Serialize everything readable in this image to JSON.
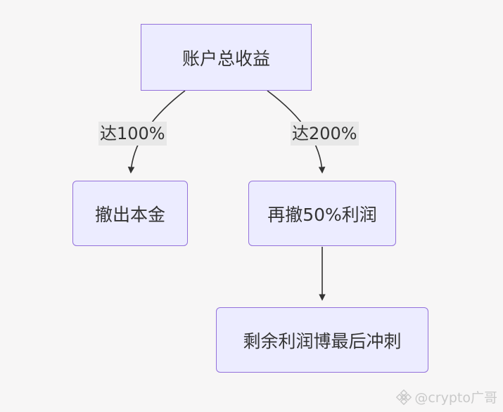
{
  "diagram": {
    "nodes": {
      "total_profit": "账户总收益",
      "withdraw_principal": "撤出本金",
      "withdraw_half_profit": "再撤50%利润",
      "final_sprint": "剩余利润博最后冲刺"
    },
    "edges": {
      "to_principal": "达100%",
      "to_half_profit": "达200%"
    }
  },
  "watermark": {
    "text": "@crypto广哥"
  },
  "colors": {
    "background": "#f7f6f6",
    "node_fill": "#ececff",
    "node_border": "#9370db",
    "edge": "#333333",
    "label_bg": "#e8e8e8",
    "text": "#333333",
    "watermark": "#c9c9c9"
  }
}
